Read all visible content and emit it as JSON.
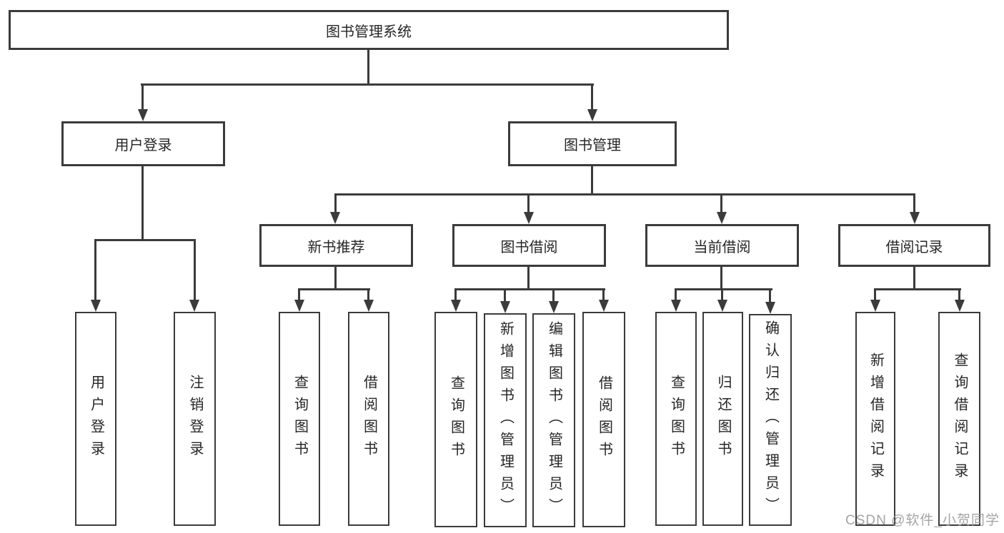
{
  "diagram": {
    "root": {
      "label": "图书管理系统"
    },
    "branches": [
      {
        "label": "用户登录",
        "children": [
          {
            "label": "用户登录"
          },
          {
            "label": "注销登录"
          }
        ]
      },
      {
        "label": "图书管理",
        "children": [
          {
            "label": "新书推荐",
            "children": [
              {
                "label": "查询图书"
              },
              {
                "label": "借阅图书"
              }
            ]
          },
          {
            "label": "图书借阅",
            "children": [
              {
                "label": "查询图书"
              },
              {
                "label": "新增图书（管理员）"
              },
              {
                "label": "编辑图书（管理员）"
              },
              {
                "label": "借阅图书"
              }
            ]
          },
          {
            "label": "当前借阅",
            "children": [
              {
                "label": "查询图书"
              },
              {
                "label": "归还图书"
              },
              {
                "label": "确认归还（管理员）"
              }
            ]
          },
          {
            "label": "借阅记录",
            "children": [
              {
                "label": "新增借阅记录"
              },
              {
                "label": "查询借阅记录"
              }
            ]
          }
        ]
      }
    ]
  },
  "watermark": {
    "text": "CSDN @软件_小贺同学"
  },
  "colors": {
    "line": "#3b3b3b",
    "box_border": "#3b3b3b",
    "text": "#262626",
    "background": "#ffffff",
    "watermark": "#9d9d9d"
  }
}
